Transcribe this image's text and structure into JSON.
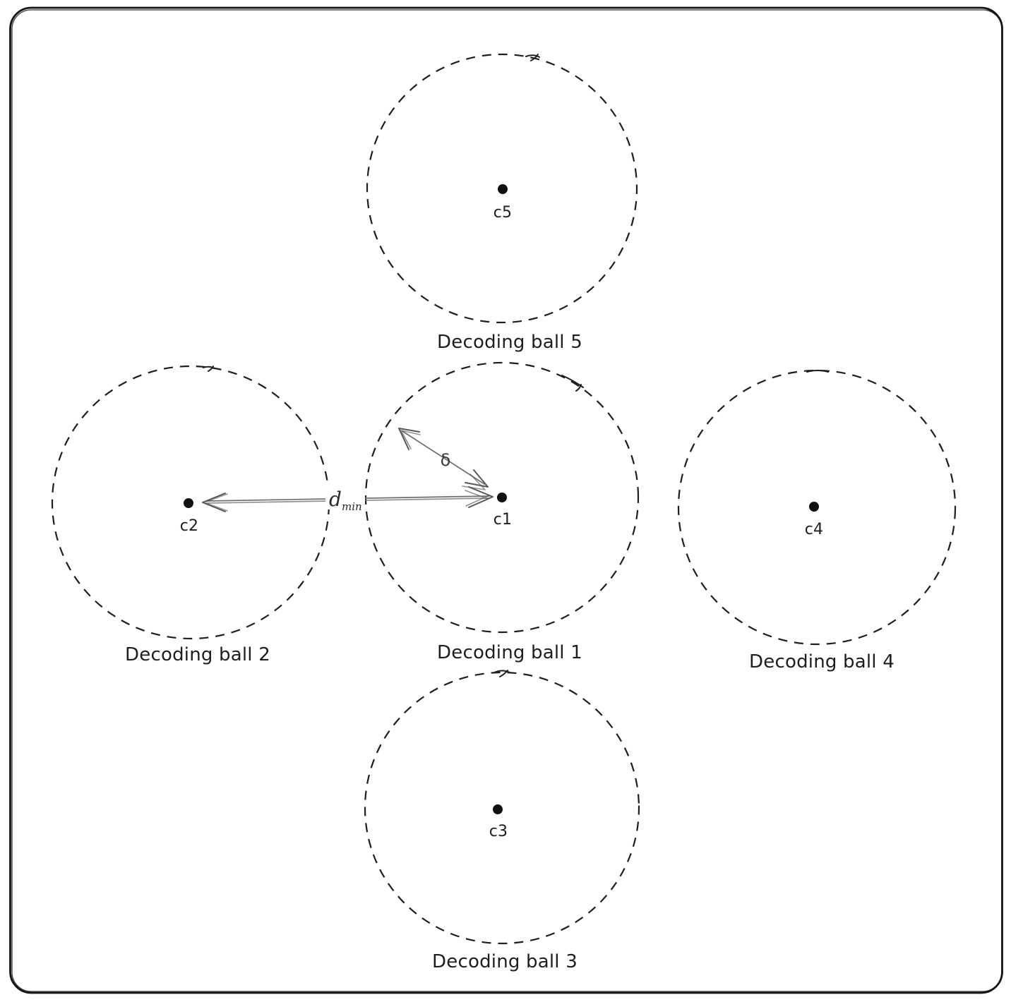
{
  "figure": {
    "kind": "decoding-balls-diagram",
    "background": "#ffffff",
    "ink_color": "#1e1e1e",
    "arrow_color": "#6e6e6e"
  },
  "balls": [
    {
      "id": 1,
      "center_label": "c1",
      "label": "Decoding ball 1"
    },
    {
      "id": 2,
      "center_label": "c2",
      "label": "Decoding ball 2"
    },
    {
      "id": 3,
      "center_label": "c3",
      "label": "Decoding ball 3"
    },
    {
      "id": 4,
      "center_label": "c4",
      "label": "Decoding ball 4"
    },
    {
      "id": 5,
      "center_label": "c5",
      "label": "Decoding ball 5"
    }
  ],
  "annotations": {
    "radius_label": "δ",
    "min_distance_base": "d",
    "min_distance_sub": "min"
  }
}
